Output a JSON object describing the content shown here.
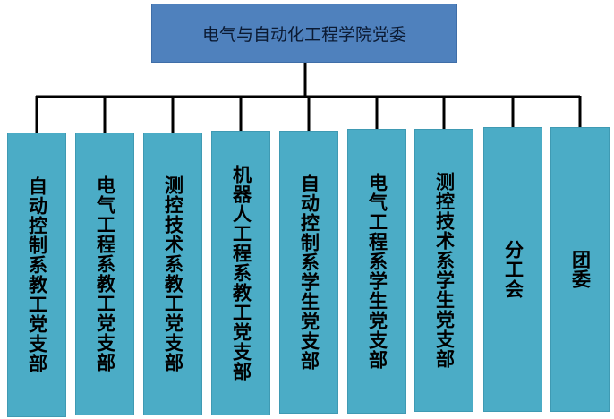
{
  "colors": {
    "top_fill": "#4f81bd",
    "child_fill": "#4bacc6",
    "connector": "#000000"
  },
  "top": {
    "label": "电气与自动化工程学院党委"
  },
  "children": [
    {
      "label": "自动控制系教工党支部"
    },
    {
      "label": "电气工程系教工党支部"
    },
    {
      "label": "测控技术系教工党支部"
    },
    {
      "label": "机器人工程系教工党支部"
    },
    {
      "label": "自动控制系学生党支部"
    },
    {
      "label": "电气工程系学生党支部"
    },
    {
      "label": "测控技术系学生党支部"
    },
    {
      "label": "分工会"
    },
    {
      "label": "团委"
    }
  ]
}
